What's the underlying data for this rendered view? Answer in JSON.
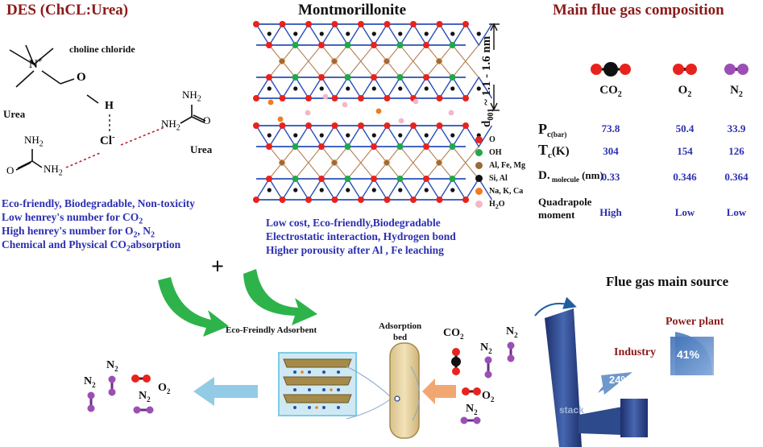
{
  "des": {
    "title": "DES (ChCL:Urea)",
    "choline_label": "choline chloride",
    "urea_left": "Urea",
    "urea_right": "Urea",
    "hydrogen": "H",
    "oxygen": "O",
    "nitrogen": "N",
    "chloride": "Cl",
    "nh2": "NH",
    "sub2": "2",
    "plus_sign": "+",
    "minus_sign": "-",
    "props": [
      "Eco-friendly, Biodegradable, Non-toxicity",
      "Low henrey's number for CO",
      "High henrey's number for O",
      "Chemical and Physical CO",
      "absorption"
    ],
    "n2_tail": ", N"
  },
  "mont": {
    "title": "Montmorillonite",
    "d_spacing": "d",
    "d_sub": "001",
    "d_range": " ~ 1.1 - 1.6 nm",
    "legend": [
      {
        "label": "O",
        "color": "#e8231d"
      },
      {
        "label": "OH",
        "color": "#20a84a"
      },
      {
        "label": "Al, Fe, Mg",
        "color": "#9a6a3a"
      },
      {
        "label": "Si, Al",
        "color": "#111111"
      },
      {
        "label": "Na, K, Ca",
        "color": "#ef7d1f"
      },
      {
        "label": "H",
        "color": "#f3b7c7"
      }
    ],
    "h2o_sub": "2",
    "h2o_tail": "O",
    "props": [
      "Low cost, Eco-friendly,Biodegradable",
      "Electrostatic interaction, Hydrogen bond",
      "Higher porousity after Al , Fe leaching"
    ]
  },
  "plus": "+",
  "flue": {
    "title": "Main flue gas composition",
    "gases": [
      {
        "name": "CO",
        "sub": "2"
      },
      {
        "name": "O",
        "sub": "2"
      },
      {
        "name": "N",
        "sub": "2"
      }
    ],
    "rows": [
      {
        "label": "P",
        "sub": "c",
        "unit": "(bar)",
        "values": [
          "73.8",
          "50.4",
          "33.9"
        ]
      },
      {
        "label": "T",
        "sub": "c",
        "unit": "(K)",
        "values": [
          "304",
          "154",
          "126"
        ]
      },
      {
        "label": "D.",
        "sub": " molecule",
        "unit": " (nm)",
        "values": [
          "0.33",
          "0.346",
          "0.364"
        ]
      }
    ],
    "quad_label_1": "Quadrapole",
    "quad_label_2": "moment",
    "quad_values": [
      "High",
      "Low",
      "Low"
    ]
  },
  "source": {
    "title": "Flue gas main source",
    "power_label": "Power plant",
    "power_pct": "41%",
    "power_share": 41,
    "industry_label": "Industry",
    "industry_pct": "24%",
    "industry_share": 24,
    "stack_label": "stack"
  },
  "process": {
    "adsorbent_label": "Eco-Freindly Adsorbent",
    "bed_label_1": "Adsorption",
    "bed_label_2": "bed",
    "gas_co2": "CO",
    "gas_o2": "O",
    "gas_n2": "N",
    "sub2": "2"
  },
  "colors": {
    "red_title": "#8b1a1a",
    "blue_text": "#2b2fb0",
    "green_arrow": "#2db34a",
    "n2_purple": "#9b4fb5",
    "o2_red": "#e8231d",
    "stack_blue": "#2c4a8c"
  }
}
